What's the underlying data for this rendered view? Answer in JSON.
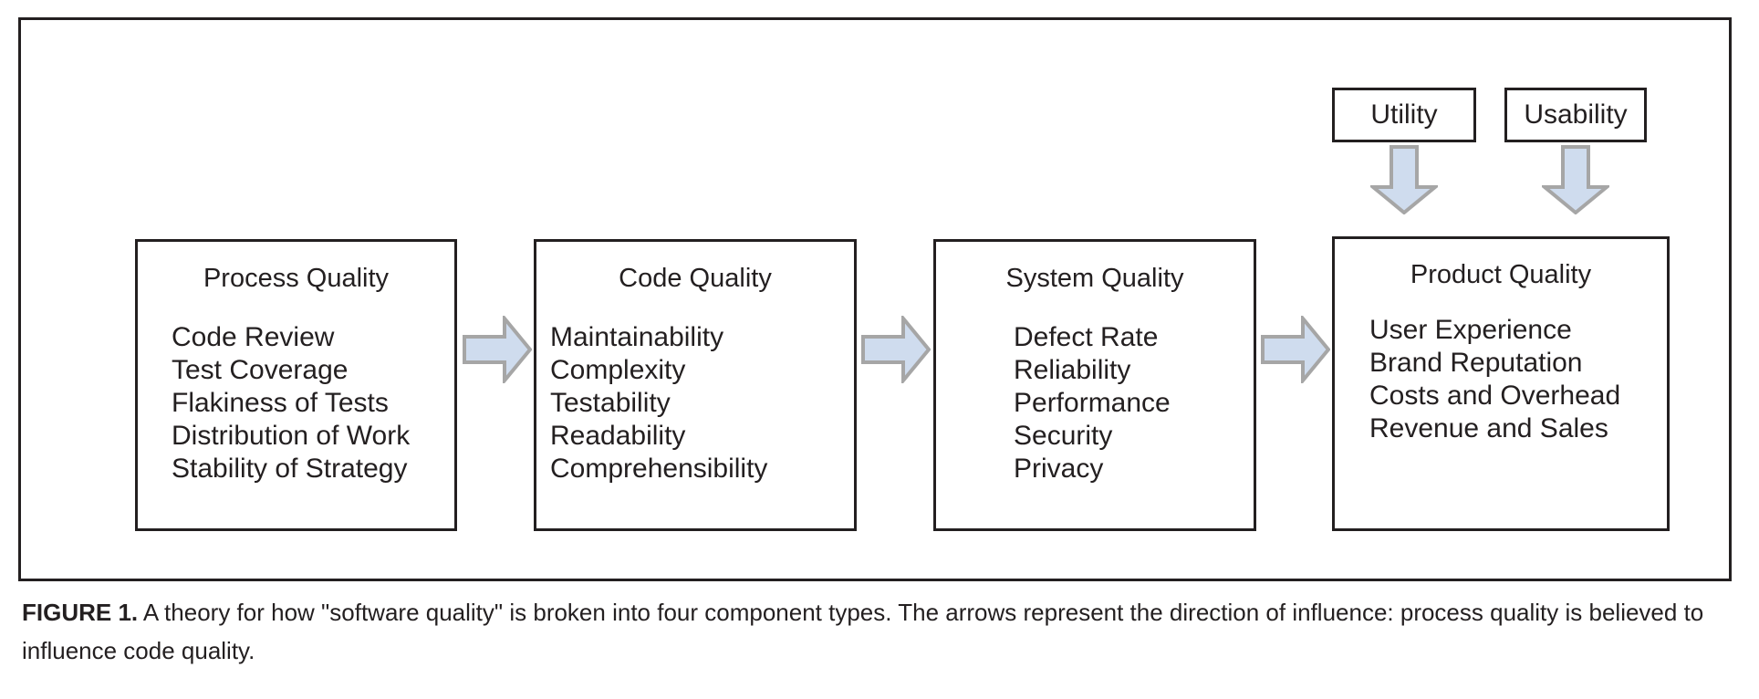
{
  "figure": {
    "caption_label": "FIGURE 1.",
    "caption_text": " A theory for how \"software quality\" is broken into four component types. The arrows represent the direction of influence: process quality is believed to influence code quality."
  },
  "colors": {
    "outline": "#231f20",
    "arrow_fill": "#cfdcee",
    "arrow_stroke": "#a6a6a6",
    "background": "#ffffff"
  },
  "nodes": {
    "process_quality": {
      "title": "Process Quality",
      "items": [
        "Code Review",
        "Test Coverage",
        "Flakiness of Tests",
        "Distribution of Work",
        "Stability of Strategy"
      ]
    },
    "code_quality": {
      "title": "Code Quality",
      "items": [
        "Maintainability",
        "Complexity",
        "Testability",
        "Readability",
        "Comprehensibility"
      ]
    },
    "system_quality": {
      "title": "System Quality",
      "items": [
        "Defect Rate",
        "Reliability",
        "Performance",
        "Security",
        "Privacy"
      ]
    },
    "product_quality": {
      "title": "Product Quality",
      "items": [
        "User Experience",
        "Brand Reputation",
        "Costs and Overhead",
        "Revenue and Sales"
      ]
    },
    "utility": {
      "title": "Utility"
    },
    "usability": {
      "title": "Usability"
    }
  },
  "arrows": [
    {
      "name": "process-to-code",
      "direction": "right",
      "from": "Process Quality",
      "to": "Code Quality"
    },
    {
      "name": "code-to-system",
      "direction": "right",
      "from": "Code Quality",
      "to": "System Quality"
    },
    {
      "name": "system-to-product",
      "direction": "right",
      "from": "System Quality",
      "to": "Product Quality"
    },
    {
      "name": "utility-to-product",
      "direction": "down",
      "from": "Utility",
      "to": "Product Quality"
    },
    {
      "name": "usability-to-product",
      "direction": "down",
      "from": "Usability",
      "to": "Product Quality"
    }
  ]
}
